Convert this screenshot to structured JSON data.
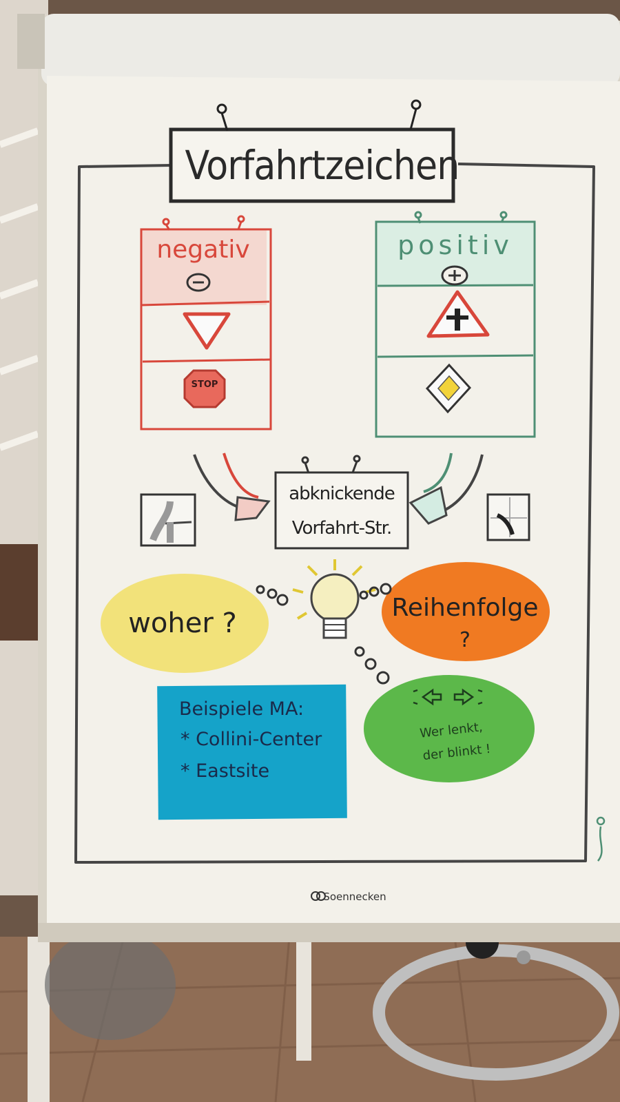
{
  "title": "Vorfahrtzeichen",
  "negative": {
    "heading": "negativ",
    "symbol": "minus-circle",
    "signs": [
      "yield-sign",
      "stop-sign"
    ],
    "stop_label": "STOP"
  },
  "positive": {
    "heading": "positiv",
    "symbol": "plus-circle",
    "signs": [
      "priority-crossroads-sign",
      "priority-road-sign"
    ]
  },
  "center_box": {
    "line1": "abknickende",
    "line2": "Vorfahrt-Str."
  },
  "ovals": {
    "yellow": "woher ?",
    "orange_line1": "Reihenfolge",
    "orange_line2": "?",
    "green_line1": "Wer lenkt,",
    "green_line2": "der blinkt !"
  },
  "blue_note": {
    "title": "Beispiele MA:",
    "items": [
      "* Collini-Center",
      "* Eastsite"
    ]
  },
  "footer": {
    "brand": "Soennecken"
  },
  "colors": {
    "negative": "#d8473b",
    "positive": "#4e8f74",
    "yellow_oval": "#f2e27a",
    "orange_oval": "#f07a22",
    "green_oval": "#5cb84a",
    "blue_note": "#15a3c9",
    "paper": "#f3f1ea"
  },
  "icons": [
    "lightbulb-icon",
    "thought-bubbles-icon",
    "turn-signal-icon",
    "curved-arrow-icon"
  ]
}
